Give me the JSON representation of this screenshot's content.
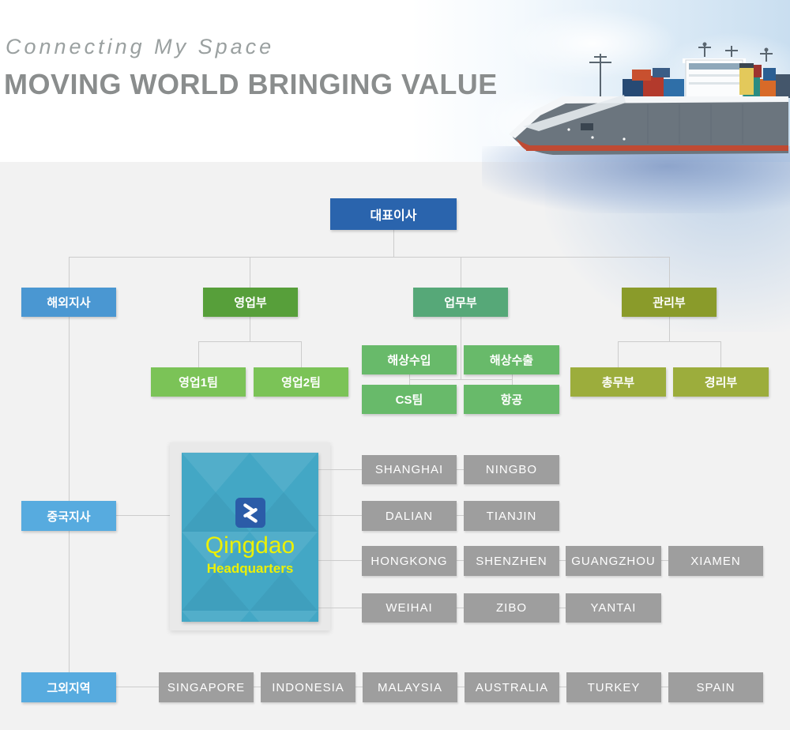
{
  "header": {
    "subtitle": "Connecting My Space",
    "title": "MOVING WORLD BRINGING VALUE"
  },
  "illustrations": {
    "ship": "container-ship",
    "sky": "clouds-and-sea"
  },
  "org": {
    "ceo": "대표이사",
    "overseas_branch": "해외지사",
    "sales_dept": "영업부",
    "operations_dept": "업무부",
    "admin_dept": "관리부",
    "sales_teams": [
      "영업1팀",
      "영업2팀"
    ],
    "operations_teams": [
      "해상수입",
      "해상수출",
      "CS팀",
      "항공"
    ],
    "admin_teams": [
      "총무부",
      "경리부"
    ],
    "china_branch": "중국지사",
    "hq": {
      "name": "Qingdao",
      "label": "Headquarters"
    },
    "china_cities": [
      [
        "SHANGHAI",
        "NINGBO"
      ],
      [
        "DALIAN",
        "TIANJIN"
      ],
      [
        "HONGKONG",
        "SHENZHEN",
        "GUANGZHOU",
        "XIAMEN"
      ],
      [
        "WEIHAI",
        "ZIBO",
        "YANTAI"
      ]
    ],
    "other_region_label": "그외지역",
    "other_regions": [
      "SINGAPORE",
      "INDONESIA",
      "MALAYSIA",
      "AUSTRALIA",
      "TURKEY",
      "SPAIN"
    ]
  },
  "colors": {
    "ceo_blue": "#2a64ad",
    "branch_blue": "#4a97d2",
    "light_blue": "#57abdf",
    "sales_green": "#579f3a",
    "sales_team_green": "#7bc357",
    "operations_green": "#56a878",
    "operations_team_green": "#68ba6a",
    "admin_olive": "#8a9b2a",
    "admin_team_olive": "#9cad3c",
    "city_gray": "#9e9e9e",
    "hq_teal": "#43a7c5",
    "hq_text_yellow": "#ecf005",
    "logo_blue": "#2b5ca8",
    "connector_gray": "#cccccc",
    "background_gray": "#f2f2f2"
  }
}
